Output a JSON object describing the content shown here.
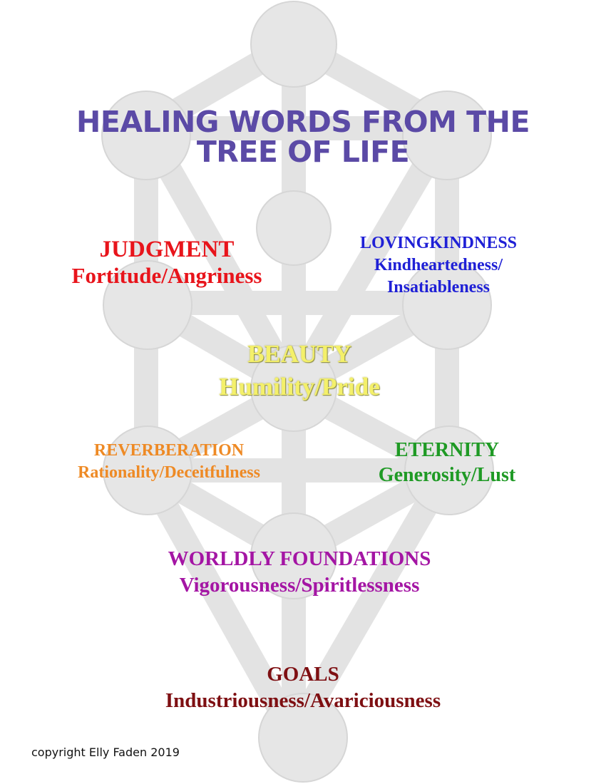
{
  "title": {
    "line1": "HEALING WORDS FROM THE",
    "line2": "TREE OF LIFE"
  },
  "sefirot": {
    "judgment": {
      "name": "JUDGMENT",
      "virtue": "Fortitude/Angriness",
      "color": "#e8141b"
    },
    "lovingkindness": {
      "name": "LOVINGKINDNESS",
      "virtue1": "Kindheartedness/",
      "virtue2": "Insatiableness",
      "color": "#1f20d6"
    },
    "beauty": {
      "name": "BEAUTY",
      "virtue": "Humility/Pride",
      "color": "#f4f06a"
    },
    "reverberation": {
      "name": "REVERBERATION",
      "virtue": "Rationality/Deceitfulness",
      "color": "#ee8a25"
    },
    "eternity": {
      "name": "ETERNITY",
      "virtue": "Generosity/Lust",
      "color": "#1f9a25"
    },
    "worldly_foundations": {
      "name": "WORLDLY FOUNDATIONS",
      "virtue": "Vigorousness/Spiritlessness",
      "color": "#a415a4"
    },
    "goals": {
      "name": "GOALS",
      "virtue": "Industriousness/Avariciousness",
      "color": "#7e0f12"
    }
  },
  "copyright": "copyright Elly Faden 2019"
}
